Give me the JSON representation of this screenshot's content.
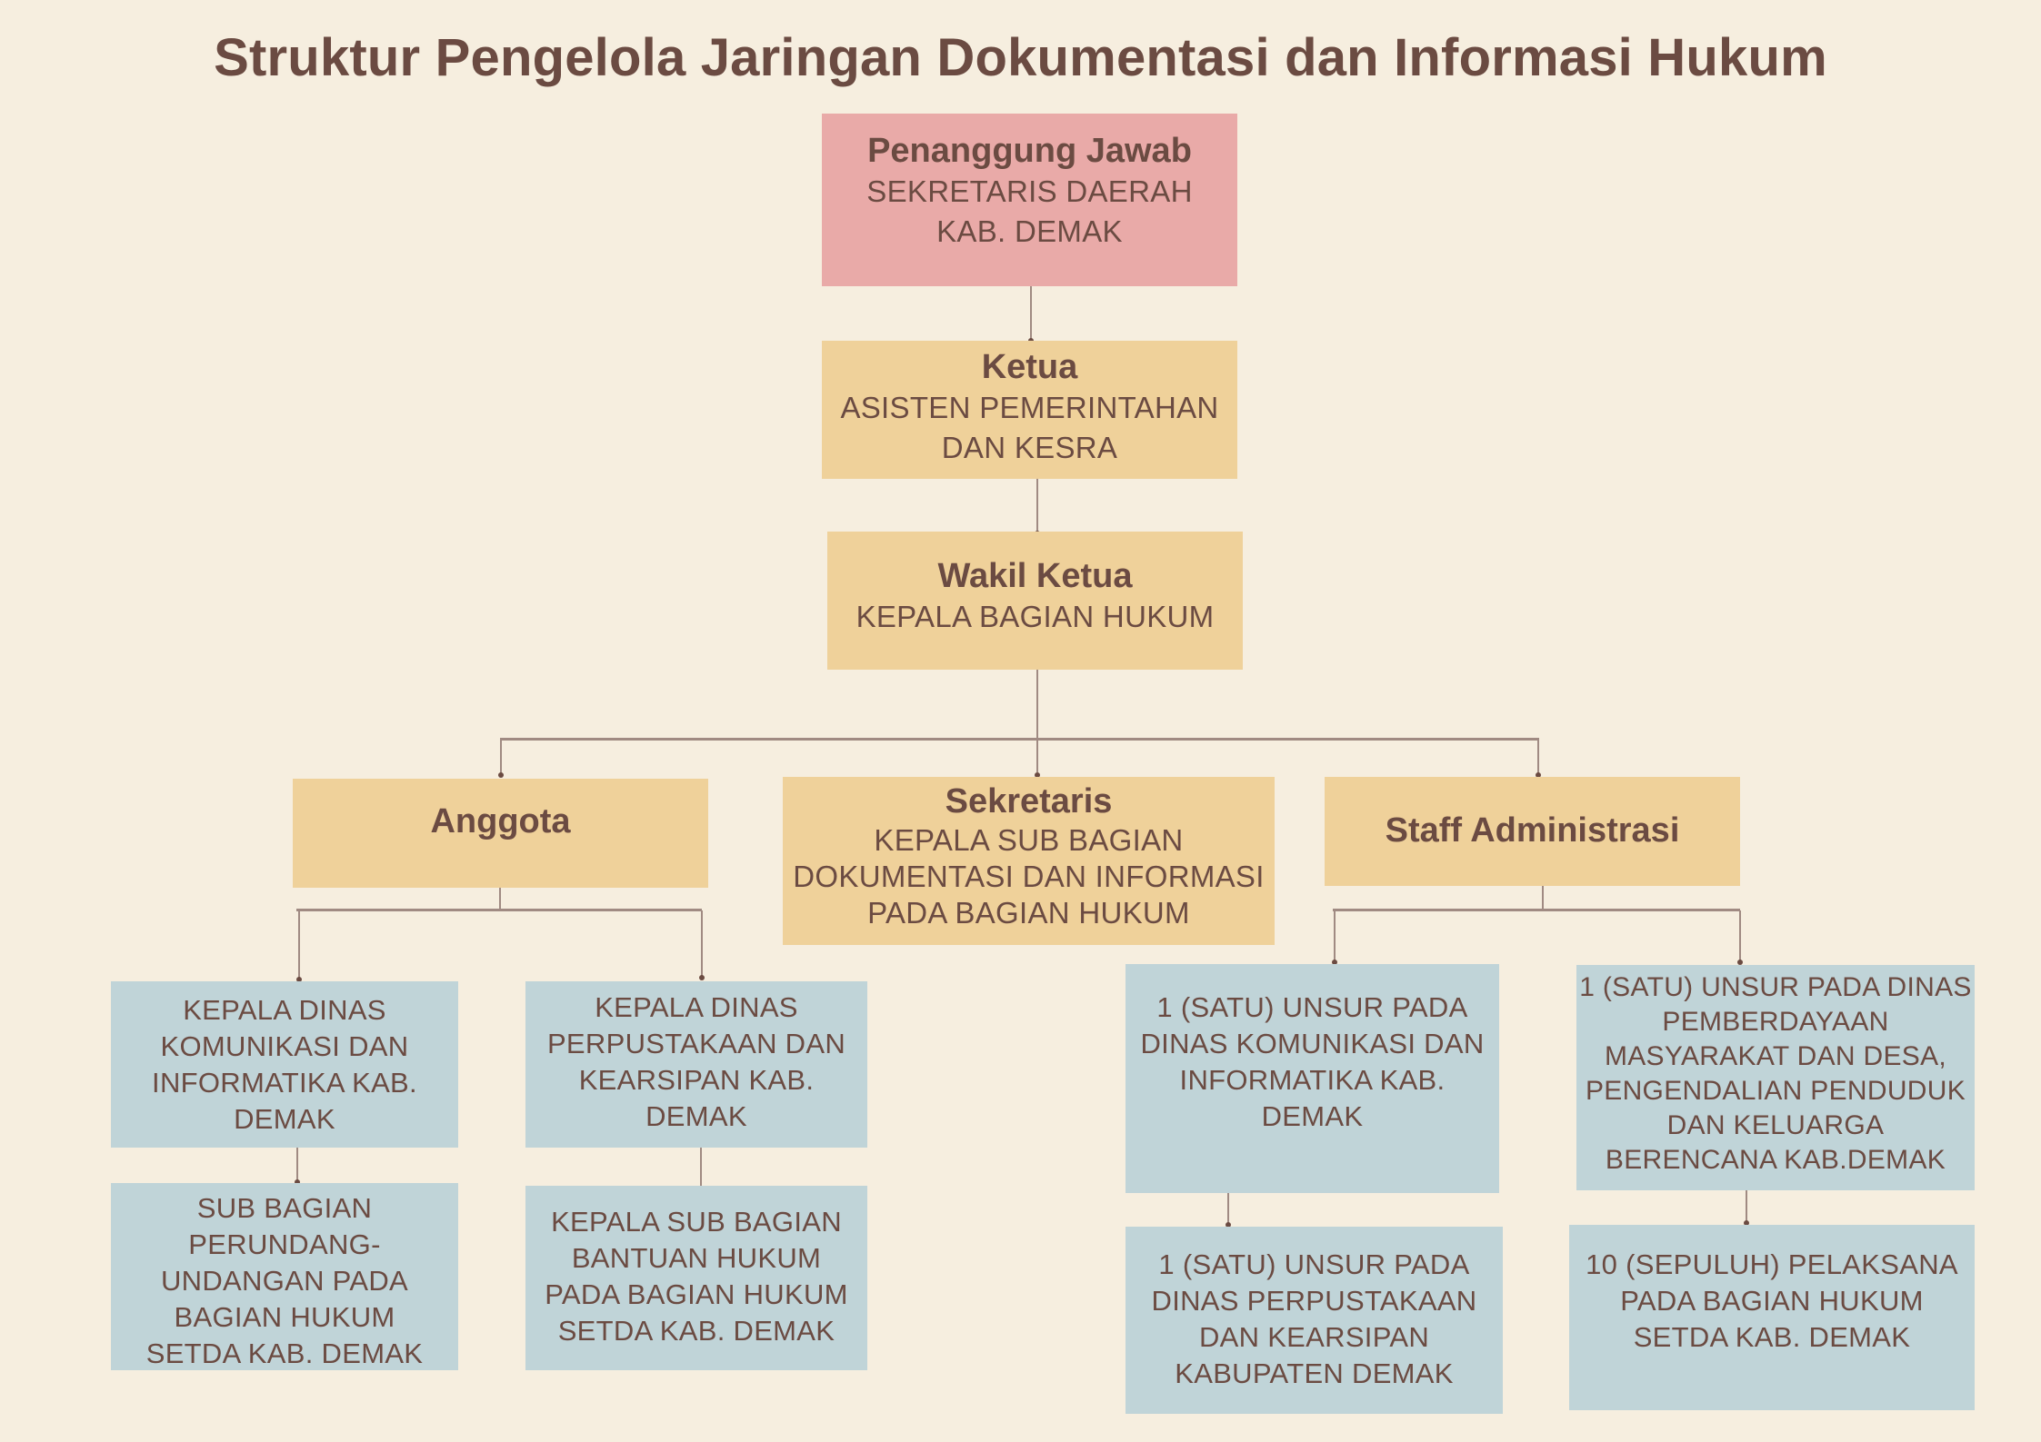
{
  "title": "Struktur Pengelola Jaringan Dokumentasi dan Informasi Hukum",
  "colors": {
    "background": "#f6eedf",
    "text": "#6b4b42",
    "top_box": "#e9aaa8",
    "role_box": "#efd19a",
    "member_box": "#c0d4d8",
    "connector": "#a08a82"
  },
  "nodes": {
    "penanggung_jawab": {
      "role": "Penanggung Jawab",
      "holder": "SEKRETARIS DAERAH\nKAB. DEMAK"
    },
    "ketua": {
      "role": "Ketua",
      "holder": "ASISTEN PEMERINTAHAN\nDAN KESRA"
    },
    "wakil_ketua": {
      "role": "Wakil Ketua",
      "holder": "KEPALA BAGIAN HUKUM"
    },
    "anggota": {
      "role": "Anggota",
      "members": [
        "KEPALA DINAS\nKOMUNIKASI DAN\nINFORMATIKA KAB.\nDEMAK",
        "KEPALA DINAS\nPERPUSTAKAAN DAN\nKEARSIPAN KAB.\nDEMAK",
        "SUB BAGIAN\nPERUNDANG-\nUNDANGAN PADA\nBAGIAN HUKUM\nSETDA KAB. DEMAK",
        "KEPALA SUB BAGIAN\nBANTUAN HUKUM\nPADA BAGIAN HUKUM\nSETDA KAB. DEMAK"
      ]
    },
    "sekretaris": {
      "role": "Sekretaris",
      "holder": "KEPALA SUB BAGIAN\nDOKUMENTASI DAN INFORMASI\nPADA BAGIAN HUKUM"
    },
    "staff_administrasi": {
      "role": "Staff Administrasi",
      "members": [
        "1 (SATU) UNSUR PADA\nDINAS KOMUNIKASI DAN\nINFORMATIKA KAB.\nDEMAK",
        "1 (SATU) UNSUR PADA DINAS\nPEMBERDAYAAN\nMASYARAKAT DAN DESA,\nPENGENDALIAN PENDUDUK\nDAN KELUARGA\nBERENCANA KAB.DEMAK",
        "1 (SATU) UNSUR PADA\nDINAS PERPUSTAKAAN\nDAN KEARSIPAN\nKABUPATEN DEMAK",
        "10 (SEPULUH) PELAKSANA\nPADA BAGIAN HUKUM\nSETDA KAB. DEMAK"
      ]
    }
  }
}
